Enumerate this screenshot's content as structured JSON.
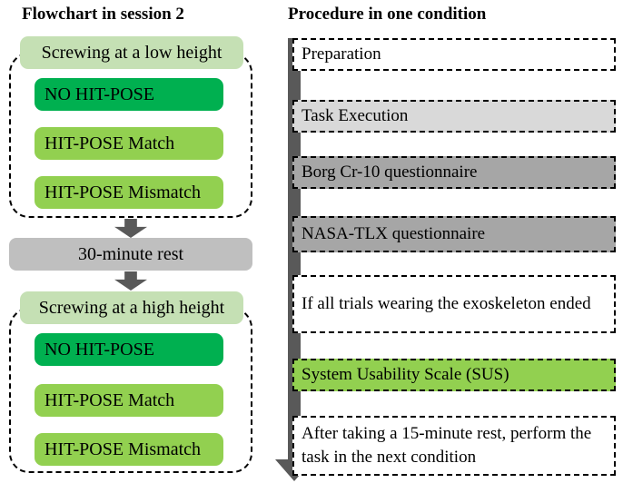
{
  "left": {
    "title": "Flowchart in session 2",
    "rest_label": "30-minute rest",
    "sections": [
      {
        "header": "Screwing at a low height",
        "items": [
          "NO HIT-POSE",
          "HIT-POSE Match",
          "HIT-POSE Mismatch"
        ]
      },
      {
        "header": "Screwing at a high height",
        "items": [
          "NO HIT-POSE",
          "HIT-POSE Match",
          "HIT-POSE Mismatch"
        ]
      }
    ]
  },
  "right": {
    "title": "Procedure in one condition",
    "steps": [
      {
        "label": "Preparation",
        "bg": "#ffffff"
      },
      {
        "label": "Task Execution",
        "bg": "#d9d9d9"
      },
      {
        "label": "Borg Cr-10 questionnaire",
        "bg": "#a6a6a6"
      },
      {
        "label": "NASA-TLX questionnaire",
        "bg": "#a6a6a6"
      },
      {
        "label": "If all trials wearing the exoskeleton ended",
        "bg": "#ffffff"
      },
      {
        "label": "System Usability Scale (SUS)",
        "bg": "#92d050"
      },
      {
        "label": "After taking a 15-minute rest, perform the task in the next condition",
        "bg": "#ffffff"
      }
    ]
  },
  "colors": {
    "pale_green": "#c5e0b4",
    "dark_green": "#00b050",
    "light_green": "#92d050",
    "rest_gray": "#bfbfbf",
    "arrow_gray": "#595959"
  }
}
